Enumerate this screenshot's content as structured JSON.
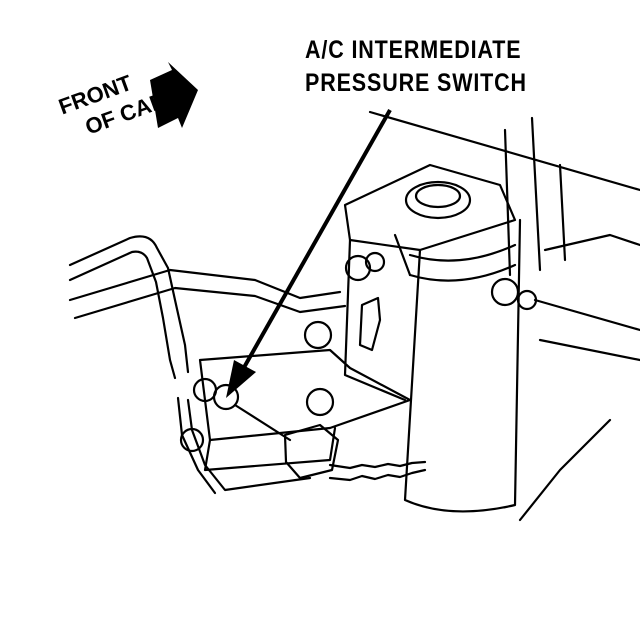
{
  "callout": {
    "line1": "A/C INTERMEDIATE",
    "line2": "PRESSURE SWITCH"
  },
  "orientation": {
    "line1": "FRONT",
    "line2": "OF CAR"
  },
  "icons": {
    "direction_arrow": "front-direction-arrow-icon",
    "pointer_arrow": "leader-arrow-icon"
  },
  "colors": {
    "line": "#000000",
    "background": "#ffffff"
  }
}
